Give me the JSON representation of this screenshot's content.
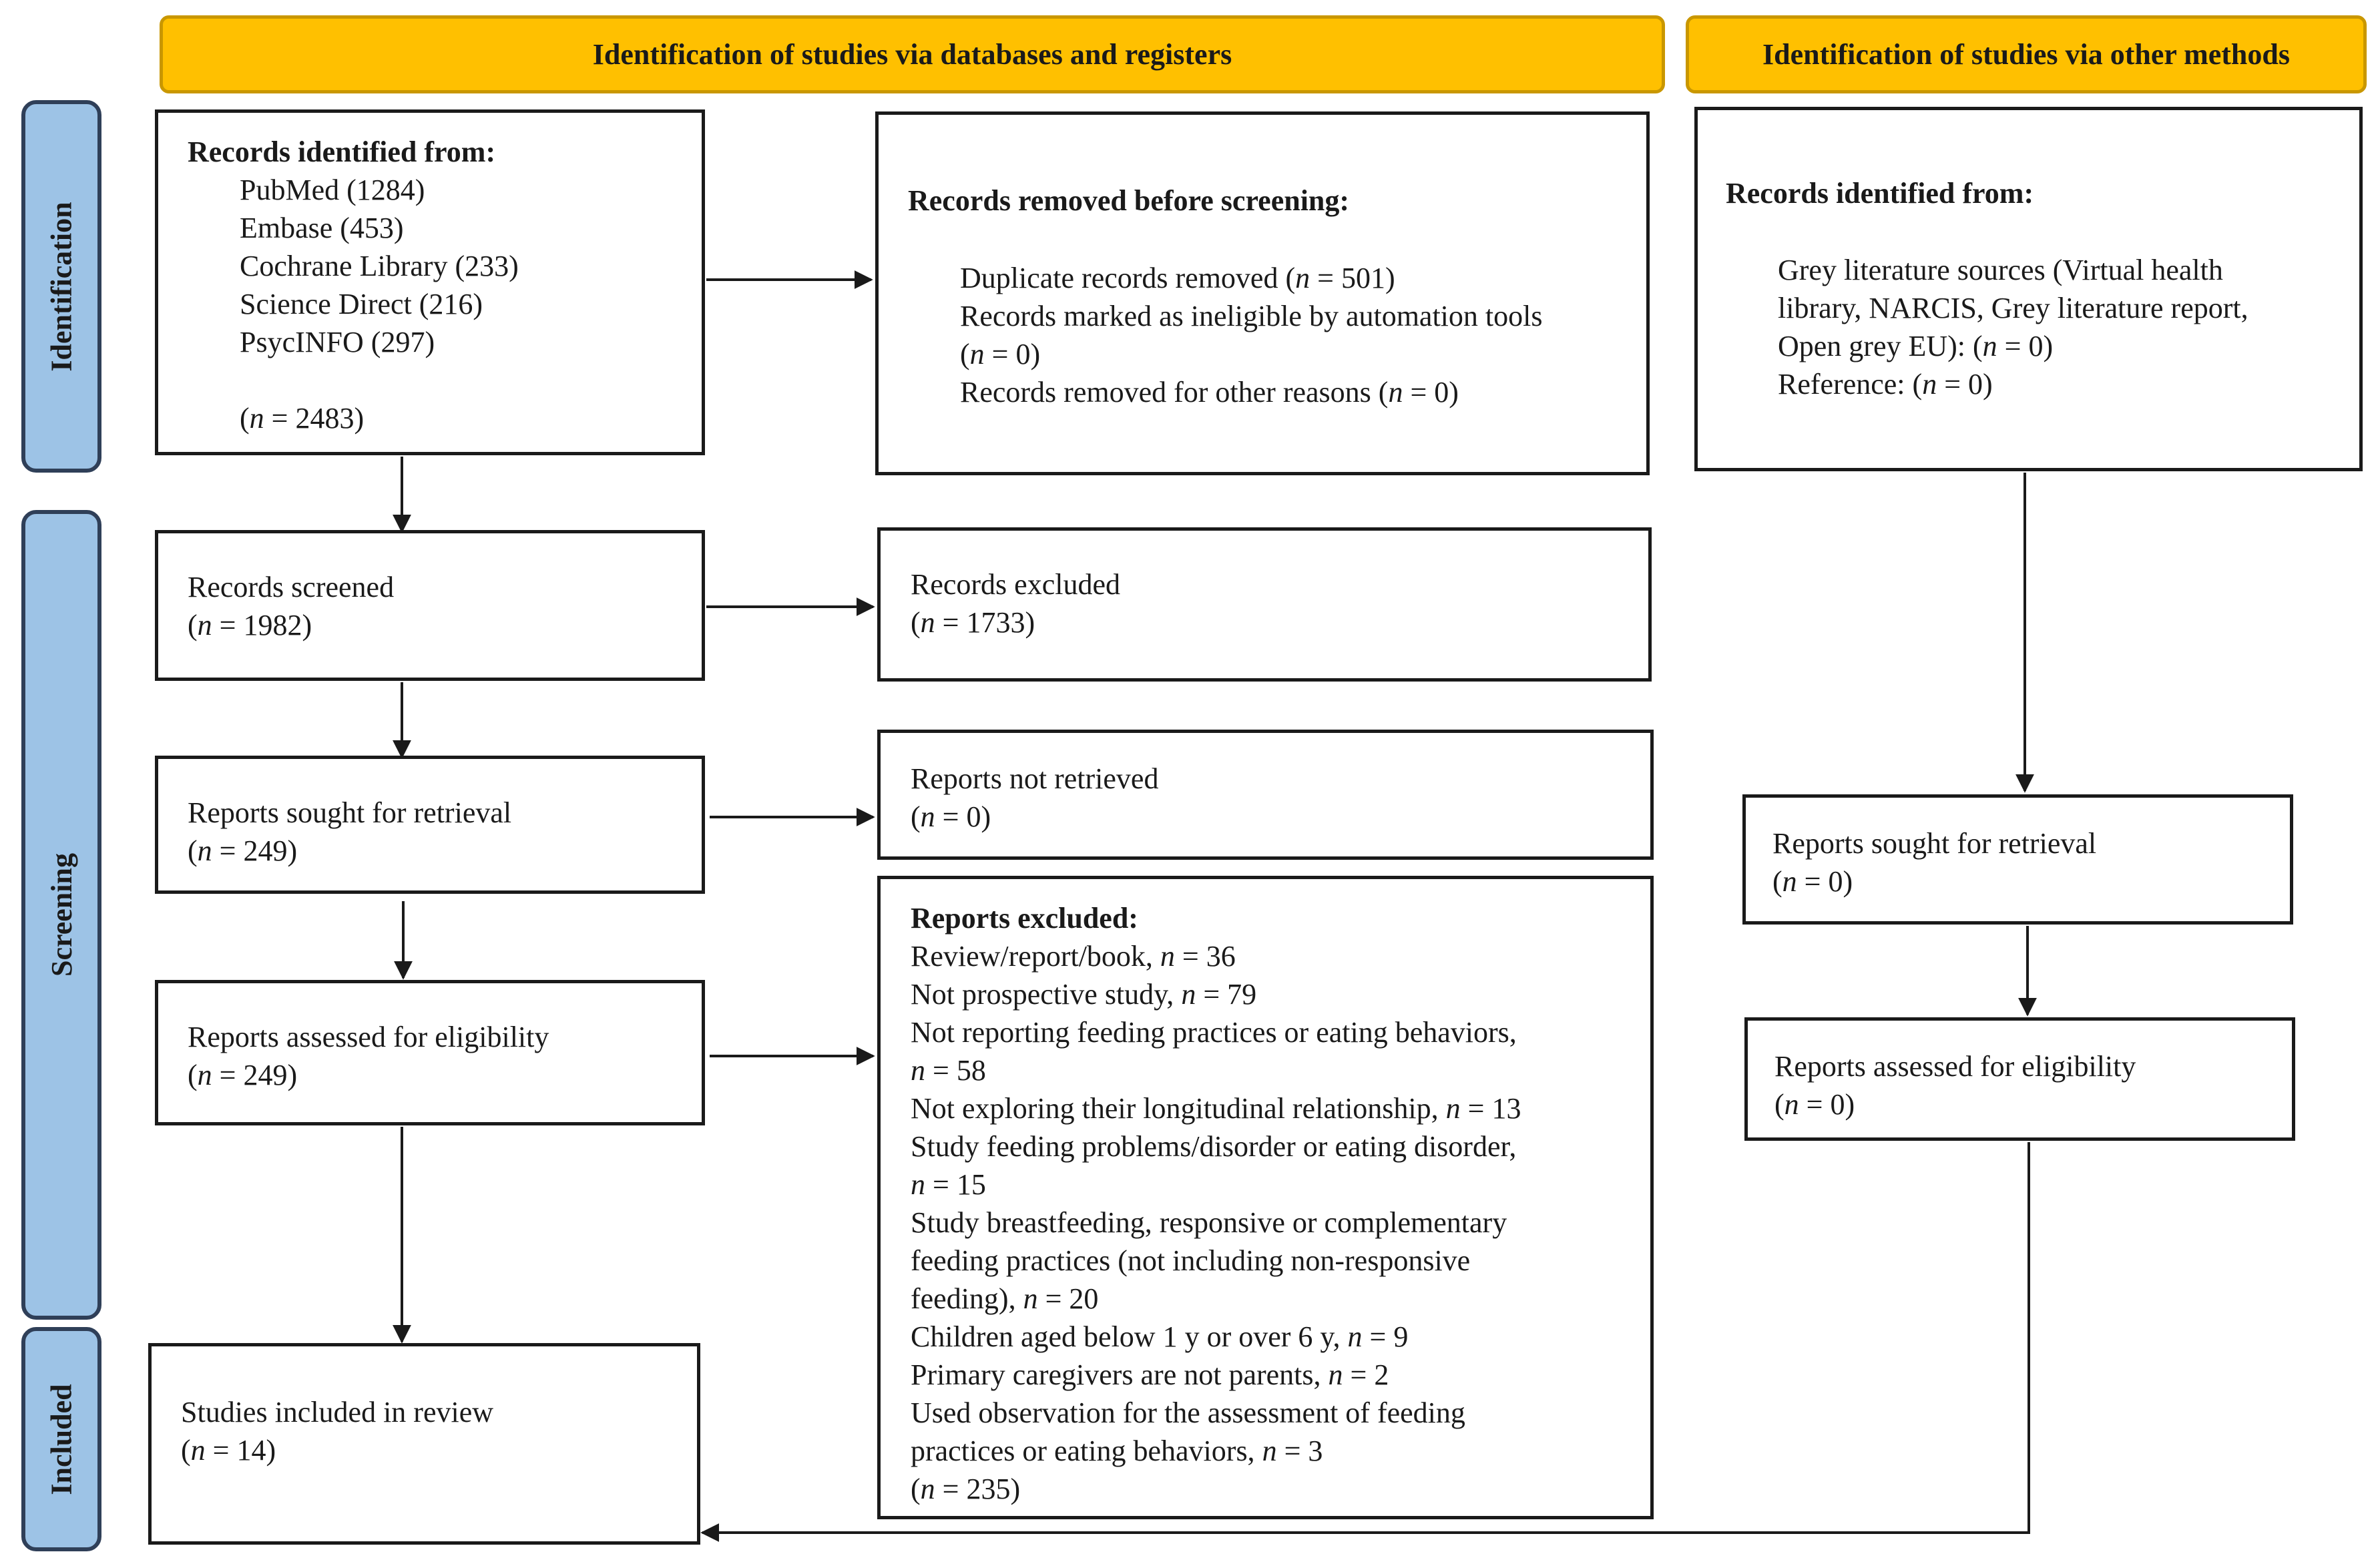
{
  "headers": {
    "databases": "Identification of studies via databases and registers",
    "other": "Identification of studies via other methods"
  },
  "phases": {
    "identification": "Identification",
    "screening": "Screening",
    "included": "Included"
  },
  "records_identified": {
    "title": "Records identified from:",
    "sources": [
      "PubMed (1284)",
      "Embase (453)",
      "Cochrane Library (233)",
      "Science Direct (216)",
      "PsycINFO (297)"
    ],
    "total_n": "2483"
  },
  "records_removed": {
    "title": "Records removed before screening:",
    "line1_label": "Duplicate records removed (",
    "line1_n": "501",
    "line2": "Records marked as ineligible by automation tools",
    "line2_n": "0",
    "line3_label": "Records removed for other reasons (",
    "line3_n": "0"
  },
  "other_records": {
    "title": "Records identified from:",
    "line1": "Grey literature sources (Virtual health",
    "line2": "library, NARCIS, Grey literature report,",
    "line3_label": "Open grey EU): (",
    "line3_n": "0",
    "line4_label": "Reference: (",
    "line4_n": "0"
  },
  "records_screened": {
    "label": "Records screened",
    "n": "1982"
  },
  "records_excluded": {
    "label": "Records excluded",
    "n": "1733"
  },
  "reports_sought": {
    "label": "Reports sought for retrieval",
    "n": "249"
  },
  "reports_not_retrieved": {
    "label": "Reports not retrieved",
    "n": "0"
  },
  "reports_assessed": {
    "label": "Reports assessed for eligibility",
    "n": "249"
  },
  "reports_excluded": {
    "title": "Reports excluded:",
    "r1": "Review/report/book, ",
    "r1_n": "36",
    "r2": "Not prospective study, ",
    "r2_n": "79",
    "r3a": "Not reporting feeding practices or eating behaviors,",
    "r3_n": "58",
    "r4": "Not exploring their longitudinal relationship, ",
    "r4_n": "13",
    "r5a": "Study feeding problems/disorder or eating disorder,",
    "r5_n": "15",
    "r6a": "Study breastfeeding, responsive or complementary",
    "r6b": "feeding practices (not including non-responsive",
    "r6c": "feeding), ",
    "r6_n": "20",
    "r7": "Children aged below 1 y or over 6 y, ",
    "r7_n": "9",
    "r8": "Primary caregivers are not parents, ",
    "r8_n": "2",
    "r9a": "Used observation for the assessment of feeding",
    "r9b": "practices or eating behaviors, ",
    "r9_n": "3",
    "total_n": "235"
  },
  "studies_included": {
    "label": "Studies included in review",
    "n": "14"
  },
  "other_sought": {
    "label": "Reports sought for retrieval",
    "n": "0"
  },
  "other_assessed": {
    "label": "Reports assessed for eligibility",
    "n": "0"
  },
  "symbols": {
    "n": "n",
    "eq": " = ",
    "open": "(",
    "close": ")"
  },
  "colors": {
    "header_fill": "#ffc000",
    "phase_fill": "#9dc3e6",
    "phase_border": "#2f3f58"
  }
}
